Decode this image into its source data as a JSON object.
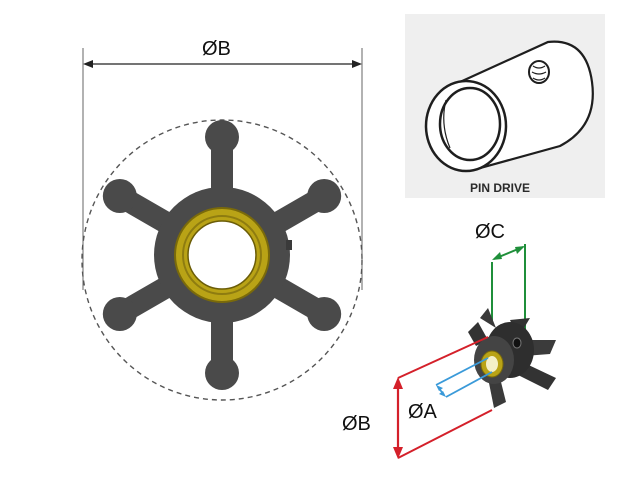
{
  "labels": {
    "top_diameter": "ØB",
    "pin_drive": "PIN DRIVE",
    "diameter_c": "ØC",
    "diameter_a": "ØA",
    "diameter_b": "ØB"
  },
  "colors": {
    "rubber": "#4a4a4a",
    "brass": "#b9a316",
    "brass_dark": "#7a6a0a",
    "outline": "#222222",
    "dashed": "#555555",
    "red": "#d4202a",
    "green": "#1f8f3a",
    "blue": "#3a9ad9"
  },
  "impeller": {
    "vanes": 6
  }
}
